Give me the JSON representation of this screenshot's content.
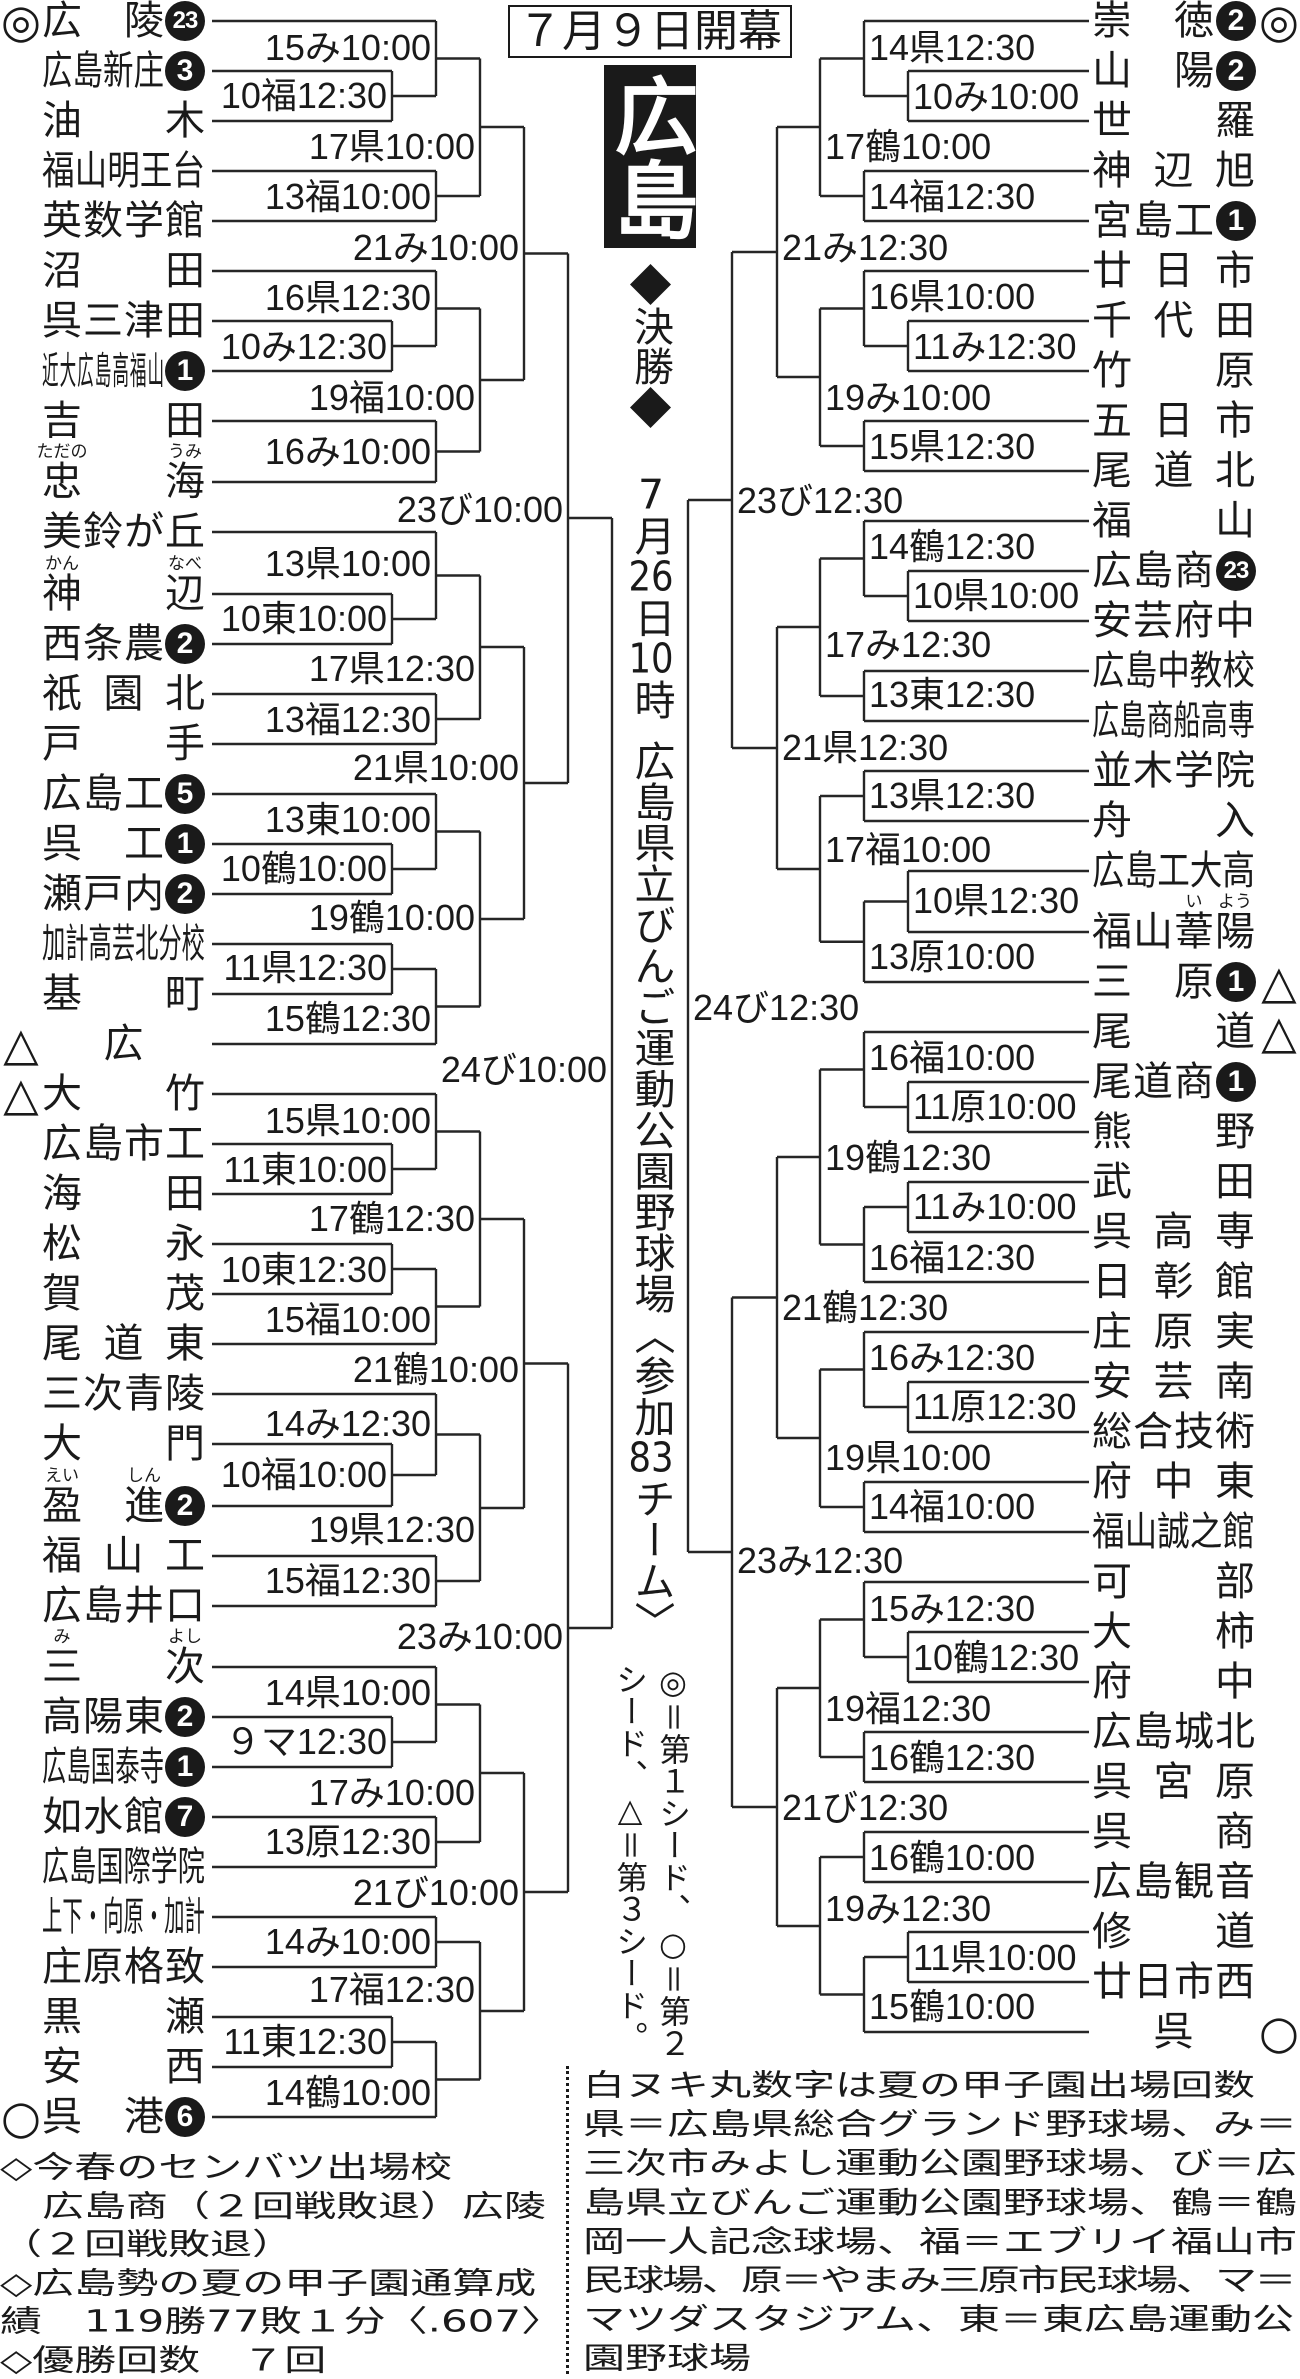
{
  "header": {
    "opening_date": "７月９日開幕",
    "prefecture": "広島"
  },
  "final": {
    "title": "決勝",
    "month": "7",
    "month_unit": "月",
    "day": "26",
    "day_unit": "日",
    "hour": "10",
    "hour_unit": "時",
    "venue": "広島県立びんご運動公園野球場",
    "participants_prefix": "〈参加",
    "participants_count": "83",
    "participants_suffix": "チーム〉"
  },
  "seed_legend": {
    "lines": [
      "◎＝第１シード、○＝第２",
      "シード、△＝第３シード。"
    ]
  },
  "left_teams": [
    {
      "name": "広陵",
      "seed": "◎",
      "appearances": 23
    },
    {
      "name": "広島新庄",
      "appearances": 3
    },
    {
      "name": "油木"
    },
    {
      "name": "福山明王台"
    },
    {
      "name": "英数学館"
    },
    {
      "name": "沼田"
    },
    {
      "name": "呉三津田"
    },
    {
      "name": "近大広島高福山",
      "appearances": 1
    },
    {
      "name": "吉田"
    },
    {
      "name": "忠海",
      "ruby": [
        {
          "base": "忠",
          "rt": "ただの"
        },
        {
          "base": "海",
          "rt": "うみ"
        }
      ]
    },
    {
      "name": "美鈴が丘"
    },
    {
      "name": "神辺",
      "ruby": [
        {
          "base": "神",
          "rt": "かん"
        },
        {
          "base": "辺",
          "rt": "なべ"
        }
      ]
    },
    {
      "name": "西条農",
      "appearances": 2
    },
    {
      "name": "祇園北"
    },
    {
      "name": "戸手"
    },
    {
      "name": "広島工",
      "appearances": 5
    },
    {
      "name": "呉工",
      "appearances": 1
    },
    {
      "name": "瀬戸内",
      "appearances": 2
    },
    {
      "name": "加計高芸北分校"
    },
    {
      "name": "基町"
    },
    {
      "name": "広",
      "seed": "△"
    },
    {
      "name": "大竹",
      "seed": "△"
    },
    {
      "name": "広島市工"
    },
    {
      "name": "海田"
    },
    {
      "name": "松永"
    },
    {
      "name": "賀茂"
    },
    {
      "name": "尾道東"
    },
    {
      "name": "三次青陵"
    },
    {
      "name": "大門"
    },
    {
      "name": "盈進",
      "appearances": 2,
      "ruby": [
        {
          "base": "盈",
          "rt": "えい"
        },
        {
          "base": "進",
          "rt": "しん"
        }
      ]
    },
    {
      "name": "福山工"
    },
    {
      "name": "広島井口"
    },
    {
      "name": "三次",
      "ruby": [
        {
          "base": "三",
          "rt": "み"
        },
        {
          "base": "次",
          "rt": "よし"
        }
      ]
    },
    {
      "name": "高陽東",
      "appearances": 2
    },
    {
      "name": "広島国泰寺",
      "appearances": 1
    },
    {
      "name": "如水館",
      "appearances": 7
    },
    {
      "name": "広島国際学院"
    },
    {
      "name": "上下・向原・加計"
    },
    {
      "name": "庄原格致"
    },
    {
      "name": "黒瀬"
    },
    {
      "name": "安西"
    },
    {
      "name": "呉港",
      "seed": "○",
      "appearances": 6
    }
  ],
  "right_teams": [
    {
      "name": "崇徳",
      "seed": "◎",
      "appearances": 2
    },
    {
      "name": "山陽",
      "appearances": 2
    },
    {
      "name": "世羅"
    },
    {
      "name": "神辺旭"
    },
    {
      "name": "宮島工",
      "appearances": 1
    },
    {
      "name": "廿日市"
    },
    {
      "name": "千代田"
    },
    {
      "name": "竹原"
    },
    {
      "name": "五日市"
    },
    {
      "name": "尾道北"
    },
    {
      "name": "福山"
    },
    {
      "name": "広島商",
      "appearances": 23
    },
    {
      "name": "安芸府中"
    },
    {
      "name": "広島中教校"
    },
    {
      "name": "広島商船高専"
    },
    {
      "name": "並木学院"
    },
    {
      "name": "舟入"
    },
    {
      "name": "広島工大高"
    },
    {
      "name": "福山葦陽",
      "ruby": [
        {
          "base": "福"
        },
        {
          "base": "山"
        },
        {
          "base": "葦",
          "rt": "い"
        },
        {
          "base": "陽",
          "rt": "よう"
        }
      ]
    },
    {
      "name": "三原",
      "seed": "△",
      "appearances": 1
    },
    {
      "name": "尾道",
      "seed": "△"
    },
    {
      "name": "尾道商",
      "appearances": 1
    },
    {
      "name": "熊野"
    },
    {
      "name": "武田"
    },
    {
      "name": "呉高専"
    },
    {
      "name": "日彰館"
    },
    {
      "name": "庄原実"
    },
    {
      "name": "安芸南"
    },
    {
      "name": "総合技術"
    },
    {
      "name": "府中東"
    },
    {
      "name": "福山誠之館"
    },
    {
      "name": "可部"
    },
    {
      "name": "大柿"
    },
    {
      "name": "府中"
    },
    {
      "name": "広島城北"
    },
    {
      "name": "呉宮原"
    },
    {
      "name": "呉商"
    },
    {
      "name": "広島観音"
    },
    {
      "name": "修道"
    },
    {
      "name": "廿日市西"
    },
    {
      "name": "呉",
      "seed": "○"
    }
  ],
  "left_bracket": {
    "round_1": [
      "10福12:30",
      "10み12:30",
      "10東10:00",
      "10鶴10:00",
      "11県12:30",
      "11東10:00",
      "10東12:30",
      "10福10:00",
      "９マ12:30",
      "11東12:30"
    ],
    "round_2": [
      "15み10:00",
      "13福10:00",
      "16県12:30",
      "16み10:00",
      "13県10:00",
      "13福12:30",
      "13東10:00",
      "15鶴12:30",
      "15県10:00",
      "15福10:00",
      "14み12:30",
      "15福12:30",
      "14県10:00",
      "13原12:30",
      "14み10:00",
      "14鶴10:00"
    ],
    "round_3": [
      "17県10:00",
      "19福10:00",
      "17県12:30",
      "19鶴10:00",
      "17鶴12:30",
      "19県12:30",
      "17み10:00",
      "17福12:30"
    ],
    "round_4": [
      "21み10:00",
      "21県10:00",
      "21鶴10:00",
      "21び10:00"
    ],
    "quarterfinal": [
      "23び10:00",
      "23み10:00"
    ],
    "semifinal": "24び10:00"
  },
  "right_bracket": {
    "round_1": [
      "10み10:00",
      "11み12:30",
      "10県10:00",
      "10県12:30",
      "11原10:00",
      "11み10:00",
      "11原12:30",
      "10鶴12:30",
      "11県10:00"
    ],
    "round_2": [
      "14県12:30",
      "14福12:30",
      "16県10:00",
      "15県12:30",
      "14鶴12:30",
      "13東12:30",
      "13県12:30",
      "13原10:00",
      "16福10:00",
      "16福12:30",
      "16み12:30",
      "14福10:00",
      "15み12:30",
      "16鶴12:30",
      "16鶴10:00",
      "15鶴10:00"
    ],
    "round_3": [
      "17鶴10:00",
      "19み10:00",
      "17み12:30",
      "17福10:00",
      "19鶴12:30",
      "19県10:00",
      "19福12:30",
      "19み12:30"
    ],
    "round_4": [
      "21み12:30",
      "21県12:30",
      "21鶴12:30",
      "21び12:30"
    ],
    "quarterfinal": [
      "23び12:30",
      "23み12:30"
    ],
    "semifinal": "24び12:30"
  },
  "notes_left": {
    "lines": [
      "◇今春のセンバツ出場校",
      "　広島商（２回戦敗退）広陵",
      "（２回戦敗退）",
      "◇広島勢の夏の甲子園通算成",
      "績　119勝77敗１分〈.607〉",
      "◇優勝回数　７回"
    ]
  },
  "notes_right": {
    "lines": [
      "白ヌキ丸数字は夏の甲子園出場回数",
      "県＝広島県総合グランド野球場、み＝",
      "三次市みよし運動公園野球場、び＝広",
      "島県立びんご運動公園野球場、鶴＝鶴",
      "岡一人記念球場、福＝エブリイ福山市",
      "民球場、原＝やまみ三原市民球場、マ＝",
      "マツダスタジアム、東＝東広島運動公",
      "園野球場"
    ]
  }
}
